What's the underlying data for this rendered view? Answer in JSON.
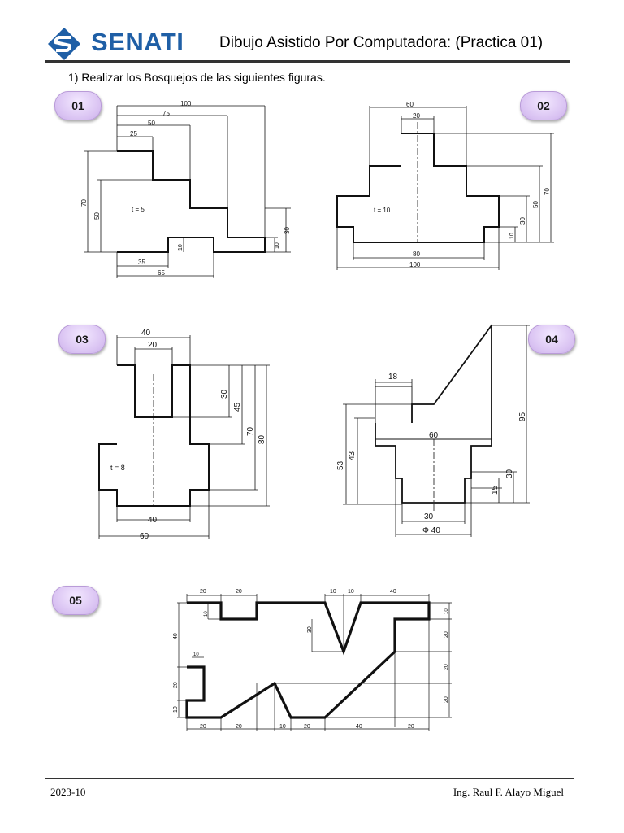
{
  "header": {
    "brand": "SENATI",
    "title": "Dibujo Asistido Por Computadora: (Practica 01)"
  },
  "instruction": "1)  Realizar los Bosquejos de las siguientes figuras.",
  "badges": [
    "01",
    "02",
    "03",
    "04",
    "05"
  ],
  "figures": {
    "f1": {
      "d100": "100",
      "d75": "75",
      "d50": "50",
      "d25": "25",
      "d70": "70",
      "d50v": "50",
      "t": "t = 5",
      "d10": "10",
      "d30": "30",
      "d10r": "10",
      "d35": "35",
      "d65": "65"
    },
    "f2": {
      "d60": "60",
      "d20": "20",
      "t": "t = 10",
      "d70": "70",
      "d50": "50",
      "d30": "30",
      "d10": "10",
      "d80": "80",
      "d100": "100"
    },
    "f3": {
      "d40": "40",
      "d20": "20",
      "d30": "30",
      "d45": "45",
      "d70": "70",
      "d80": "80",
      "t": "t = 8",
      "d40b": "40",
      "d60": "60"
    },
    "f4": {
      "d18": "18",
      "d60": "60",
      "d95": "95",
      "d53": "53",
      "d43": "43",
      "d30": "30",
      "d15": "15",
      "d30b": "30",
      "phi40": "Φ 40"
    },
    "f5": {
      "t20a": "20",
      "t20b": "20",
      "t10a": "10",
      "t10b": "10",
      "t40": "40",
      "l10": "10",
      "l40": "40",
      "l10b": "10",
      "l20": "20",
      "l10c": "10",
      "m30": "30",
      "r10": "10",
      "r20a": "20",
      "r20b": "20",
      "r20c": "20",
      "b20a": "20",
      "b20b": "20",
      "b10": "10",
      "b20c": "20",
      "b40": "40",
      "b20d": "20"
    }
  },
  "footer": {
    "code": "2023-10",
    "author": "Ing. Raul F. Alayo Miguel"
  },
  "colors": {
    "brand": "#1f5fa6",
    "badge": "#d9c2f2"
  }
}
